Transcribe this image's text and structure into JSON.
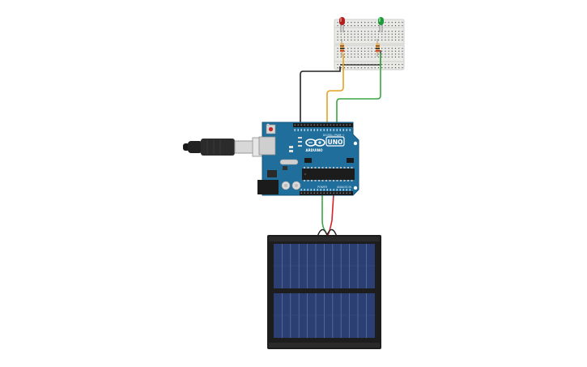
{
  "arduino": {
    "brand": "ARDUINO",
    "model": "UNO",
    "digital_label": "DIGITAL (PWM~)",
    "power_label": "POWER",
    "analog_label": "ANALOG IN"
  },
  "components": {
    "led_left_color": "#b01e1e",
    "led_right_color": "#1f9a3a",
    "board_color": "#1f6e9c",
    "wire_orange": "#e8a11f",
    "wire_green": "#3aa640",
    "wire_black": "#222222",
    "wire_red": "#d2232a"
  }
}
